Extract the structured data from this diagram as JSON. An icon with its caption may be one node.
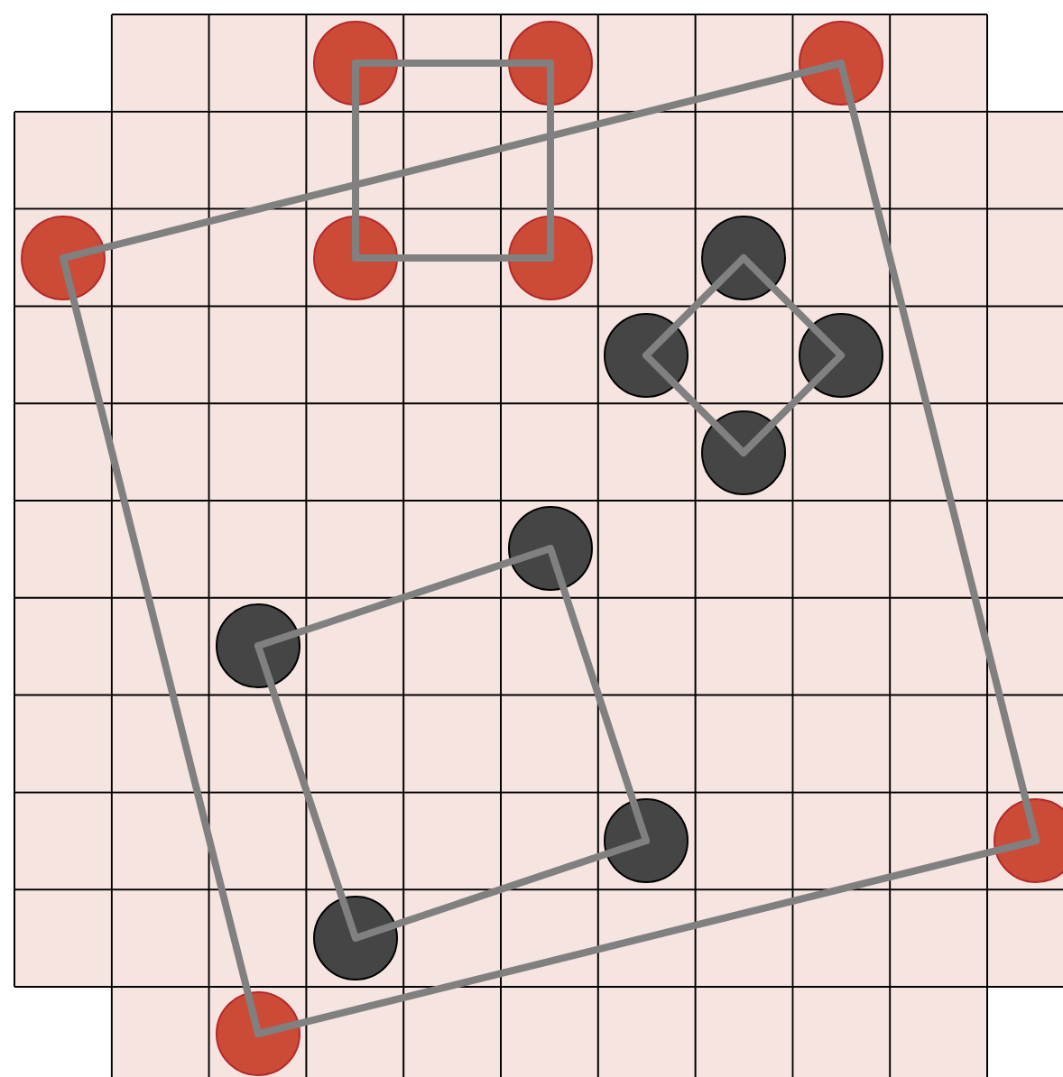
{
  "diagram": {
    "nodes": [
      {
        "text": [],
        "shape": "circle"
      },
      {
        "text": [],
        "shape": "circle"
      },
      {
        "text": [],
        "shape": "circle"
      },
      {
        "text": [],
        "shape": "circle"
      },
      {
        "text": [],
        "shape": "circle"
      },
      {
        "text": [],
        "shape": "circle"
      },
      {
        "text": [],
        "shape": "circle"
      },
      {
        "text": [],
        "shape": "circle"
      },
      {
        "text": [],
        "shape": "circle"
      },
      {
        "text": [],
        "shape": "circle"
      },
      {
        "text": [],
        "shape": "circle"
      },
      {
        "text": [],
        "shape": "circle"
      },
      {
        "text": [],
        "shape": "circle"
      },
      {
        "text": [],
        "shape": "circle"
      },
      {
        "text": [],
        "shape": "circle"
      },
      {
        "text": [],
        "shape": "circle"
      }
    ],
    "edges": [
      {
        "from": 0,
        "to": 1,
        "arrow": "none"
      },
      {
        "from": 1,
        "to": 5,
        "arrow": "none"
      },
      {
        "from": 5,
        "to": 4,
        "arrow": "none"
      },
      {
        "from": 4,
        "to": 0,
        "arrow": "none"
      },
      {
        "from": 2,
        "to": 3,
        "arrow": "none"
      },
      {
        "from": 3,
        "to": 15,
        "arrow": "none"
      },
      {
        "from": 15,
        "to": 13,
        "arrow": "none"
      },
      {
        "from": 13,
        "to": 2,
        "arrow": "none"
      },
      {
        "from": 6,
        "to": 8,
        "arrow": "none"
      },
      {
        "from": 8,
        "to": 9,
        "arrow": "none"
      },
      {
        "from": 9,
        "to": 7,
        "arrow": "none"
      },
      {
        "from": 7,
        "to": 6,
        "arrow": "none"
      },
      {
        "from": 10,
        "to": 11,
        "arrow": "none"
      },
      {
        "from": 11,
        "to": 14,
        "arrow": "none"
      },
      {
        "from": 14,
        "to": 12,
        "arrow": "none"
      },
      {
        "from": 12,
        "to": 10,
        "arrow": "none"
      }
    ]
  }
}
